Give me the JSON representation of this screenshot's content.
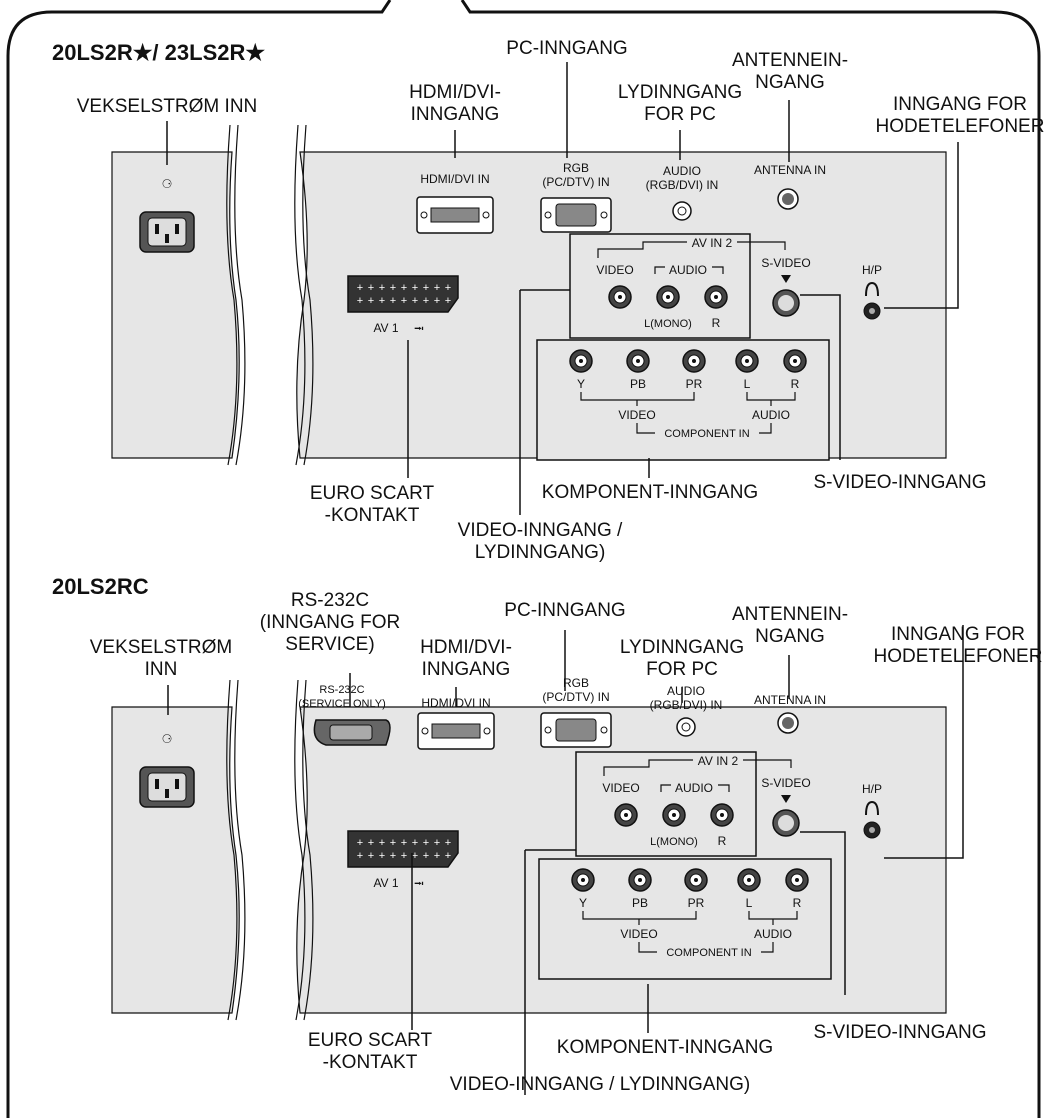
{
  "section_top": {
    "model": "20LS2R★/ 23LS2R★",
    "callouts": {
      "ac_in": [
        "VEKSELSTRØM INN"
      ],
      "hdmi": [
        "HDMI/DVI-",
        "INNGANG"
      ],
      "pc": [
        "PC-INNGANG"
      ],
      "pc_audio": [
        "LYDINNGANG",
        "FOR PC"
      ],
      "antenna": [
        "ANTENNEIN-",
        "NGANG"
      ],
      "headphones": [
        "INNGANG FOR",
        "HODETELEFONER"
      ],
      "scart": [
        "EURO SCART",
        "-KONTAKT"
      ],
      "component": [
        "KOMPONENT-INNGANG"
      ],
      "svideo": [
        "S-VIDEO-INNGANG"
      ],
      "video_audio": [
        "VIDEO-INNGANG /",
        "LYDINNGANG)"
      ]
    }
  },
  "section_bottom": {
    "model": "20LS2RC",
    "callouts": {
      "ac_in": [
        "VEKSELSTRØM",
        "INN"
      ],
      "rs232": [
        "RS-232C",
        "(INNGANG FOR",
        "SERVICE)"
      ],
      "hdmi": [
        "HDMI/DVI-",
        "INNGANG"
      ],
      "pc": [
        "PC-INNGANG"
      ],
      "pc_audio": [
        "LYDINNGANG",
        "FOR PC"
      ],
      "antenna": [
        "ANTENNEIN-",
        "NGANG"
      ],
      "headphones": [
        "INNGANG FOR",
        "HODETELEFONER"
      ],
      "scart": [
        "EURO SCART",
        "-KONTAKT"
      ],
      "component": [
        "KOMPONENT-INNGANG"
      ],
      "svideo": [
        "S-VIDEO-INNGANG"
      ],
      "video_audio": [
        "VIDEO-INNGANG / LYDINNGANG)"
      ]
    }
  },
  "panel": {
    "rs232": [
      "RS-232C",
      "(SERVICE ONLY)"
    ],
    "hdmi": [
      "HDMI/DVI IN"
    ],
    "rgb": [
      "RGB",
      "(PC/DTV) IN"
    ],
    "audio_rgb": [
      "AUDIO",
      "(RGB/DVI) IN"
    ],
    "antenna": [
      "ANTENNA IN"
    ],
    "av_in2": "AV IN 2",
    "video": "VIDEO",
    "audio": "AUDIO",
    "l_mono": "L(MONO)",
    "r": "R",
    "svideo": "S-VIDEO",
    "hp": "H/P",
    "av1": "AV 1",
    "comp": [
      "Y",
      "PB",
      "PR",
      "L",
      "R"
    ],
    "comp_video": "VIDEO",
    "comp_audio": "AUDIO",
    "component_in": "COMPONENT IN"
  },
  "colors": {
    "panel": "#e6e6e6",
    "line": "#111111",
    "connector": "#444444"
  }
}
